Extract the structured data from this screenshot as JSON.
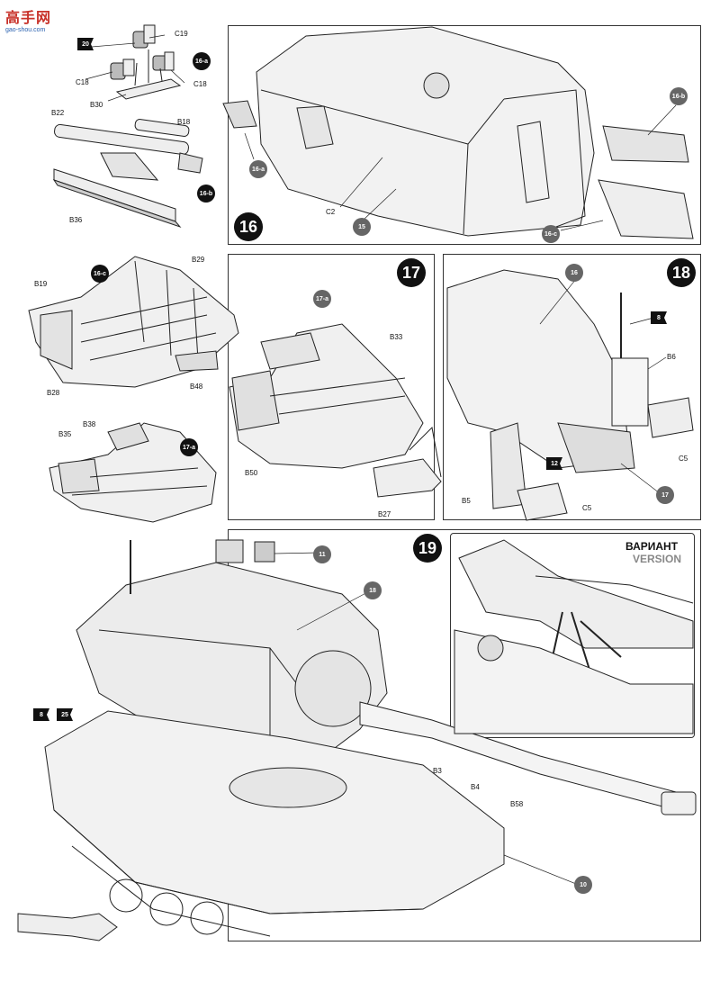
{
  "watermark": {
    "cn": "高手网",
    "url": "gao-shou.com"
  },
  "steps": {
    "s16": "16",
    "s17": "17",
    "s18": "18",
    "s19": "19"
  },
  "sub_assemblies": {
    "a16a": "16-a",
    "a16b": "16-b",
    "a16c": "16-c",
    "a17a": "17-a"
  },
  "star_refs": {
    "r20": "20",
    "r8a": "8",
    "r12": "12",
    "r8b": "8",
    "r25": "25"
  },
  "callouts": {
    "c11": "11",
    "c18": "18",
    "c10": "10",
    "c15": "15",
    "c16": "16",
    "c17": "17"
  },
  "parts": {
    "C19": "C19",
    "C18a": "C18",
    "C18b": "C18",
    "B30": "B30",
    "B22": "B22",
    "B18": "B18",
    "B36": "B36",
    "B29": "B29",
    "B19": "B19",
    "B28": "B28",
    "B48": "B48",
    "B38": "B38",
    "B35": "B35",
    "B33": "B33",
    "B50": "B50",
    "B27": "B27",
    "C2": "C2",
    "B6": "B6",
    "C5a": "C5",
    "B5": "B5",
    "C5b": "C5",
    "B3": "B3",
    "B4": "B4",
    "B58": "B58"
  },
  "variant": {
    "ru": "ВАРИАНТ",
    "en": "VERSION"
  }
}
